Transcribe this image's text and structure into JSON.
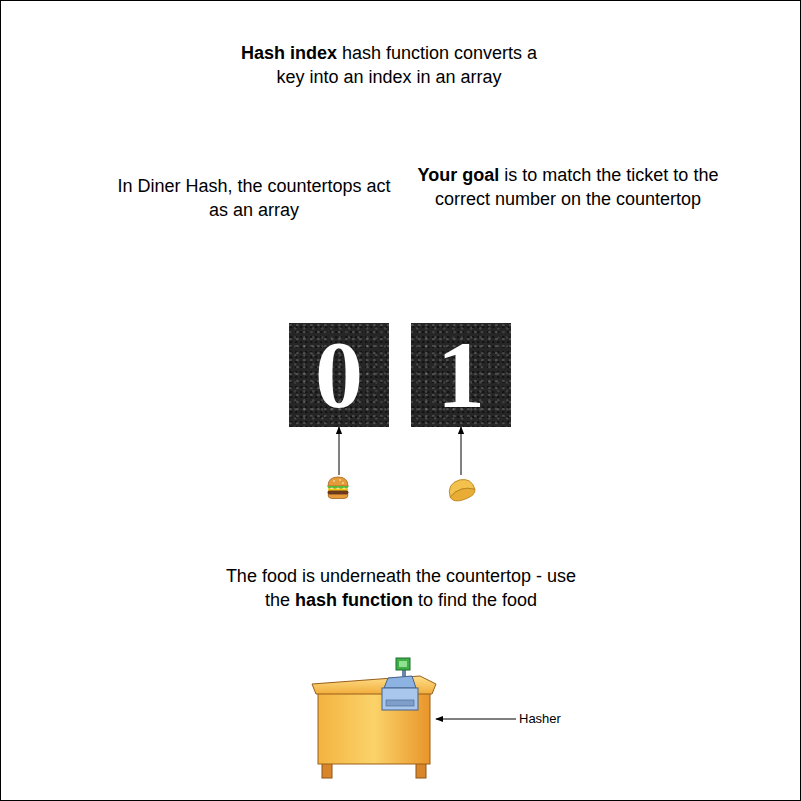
{
  "diagram": {
    "nodes": [
      {
        "text": [
          "0"
        ]
      },
      {
        "text": [
          "1"
        ]
      }
    ],
    "labels": [
      "Hash index",
      "hash function converts a key into an index in an array",
      "In Diner Hash, the countertops act as an array",
      "Your goal",
      "is to match the ticket to the correct number on the countertop",
      "The food is underneath the countertop - use the",
      "hash function",
      "to find the food",
      "Hasher"
    ]
  }
}
